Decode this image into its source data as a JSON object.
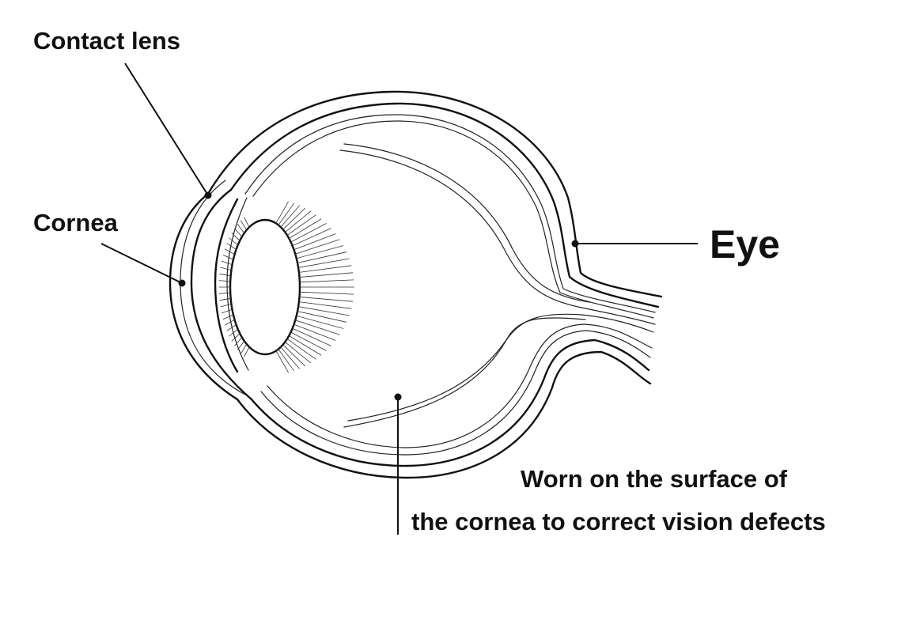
{
  "labels": {
    "contact_lens": "Contact lens",
    "cornea": "Cornea",
    "eye": "Eye",
    "description_line1": "Worn on the surface of",
    "description_line2": "the cornea to correct vision defects"
  },
  "colors": {
    "line": "#111111",
    "background": "#ffffff"
  }
}
